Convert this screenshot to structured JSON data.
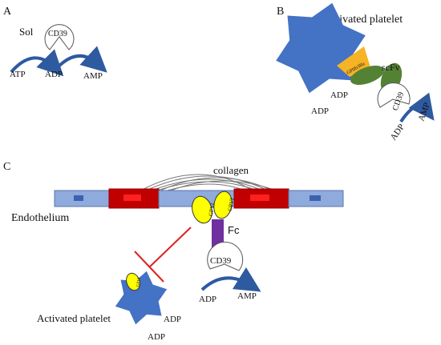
{
  "panels": {
    "a": {
      "letter": "A",
      "sol": "Sol",
      "cd39": "CD39",
      "atp": "ATP",
      "adp": "ADP",
      "amp": "AMP"
    },
    "b": {
      "letter": "B",
      "title": "Activated platelet",
      "receptor": "GPIIb/IIIa",
      "scfv": "scFv",
      "cd39": "CD39",
      "adp_platelet_1": "ADP",
      "adp_platelet_2": "ADP",
      "adp": "ADP",
      "amp": "AMP"
    },
    "c": {
      "letter": "C",
      "collagen": "collagen",
      "endothelium": "Endothelium",
      "gpvi_1": "GPVI",
      "gpvi_2": "GPVI",
      "fc": "Fc",
      "cd39": "CD39",
      "adp": "ADP",
      "amp": "AMP",
      "platelet_receptor": "GPVI",
      "platelet_label": "Activated platelet",
      "adp_platelet_1": "ADP",
      "adp_platelet_2": "ADP"
    }
  },
  "colors": {
    "platelet": "#4472c4",
    "arrow": "#2e5aa0",
    "receptor_b": "#f5b325",
    "scfv": "#548235",
    "gpvi": "#ffff00",
    "fc": "#7030a0",
    "endothelium_light": "#8faadc",
    "endothelium_dark": "#c00000",
    "inhibit": "#e02020"
  }
}
